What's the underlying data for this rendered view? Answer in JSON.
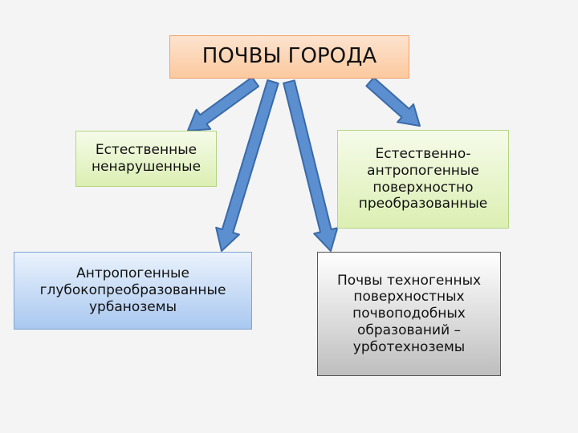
{
  "diagram": {
    "root": {
      "text": "ПОЧВЫ ГОРОДА"
    },
    "nodes": [
      {
        "id": "natural-undisturbed",
        "lines": [
          "Естественные",
          "ненарушенные"
        ]
      },
      {
        "id": "natural-anthropogenic",
        "lines": [
          "Естественно-",
          "антропогенные",
          "поверхностно",
          "преобразованные"
        ]
      },
      {
        "id": "anthropogenic-deep",
        "lines": [
          "Антропогенные",
          "глубокопреобразованные",
          "урбаноземы"
        ]
      },
      {
        "id": "technogenic",
        "lines": [
          "Почвы техногенных",
          "поверхностных",
          "почвоподобных",
          "образований –",
          "урботехноземы"
        ]
      }
    ],
    "edges": [
      {
        "from": "root",
        "to": "natural-undisturbed"
      },
      {
        "from": "root",
        "to": "anthropogenic-deep"
      },
      {
        "from": "root",
        "to": "technogenic"
      },
      {
        "from": "root",
        "to": "natural-anthropogenic"
      }
    ],
    "colors": {
      "arrow_fill": "#5b8fd0",
      "arrow_stroke": "#3a6aa8",
      "root_fill": "#fbc99e",
      "green_fill": "#dcefb3",
      "blue_fill": "#a9c8f0",
      "gray_fill": "#dcdcdc"
    }
  }
}
